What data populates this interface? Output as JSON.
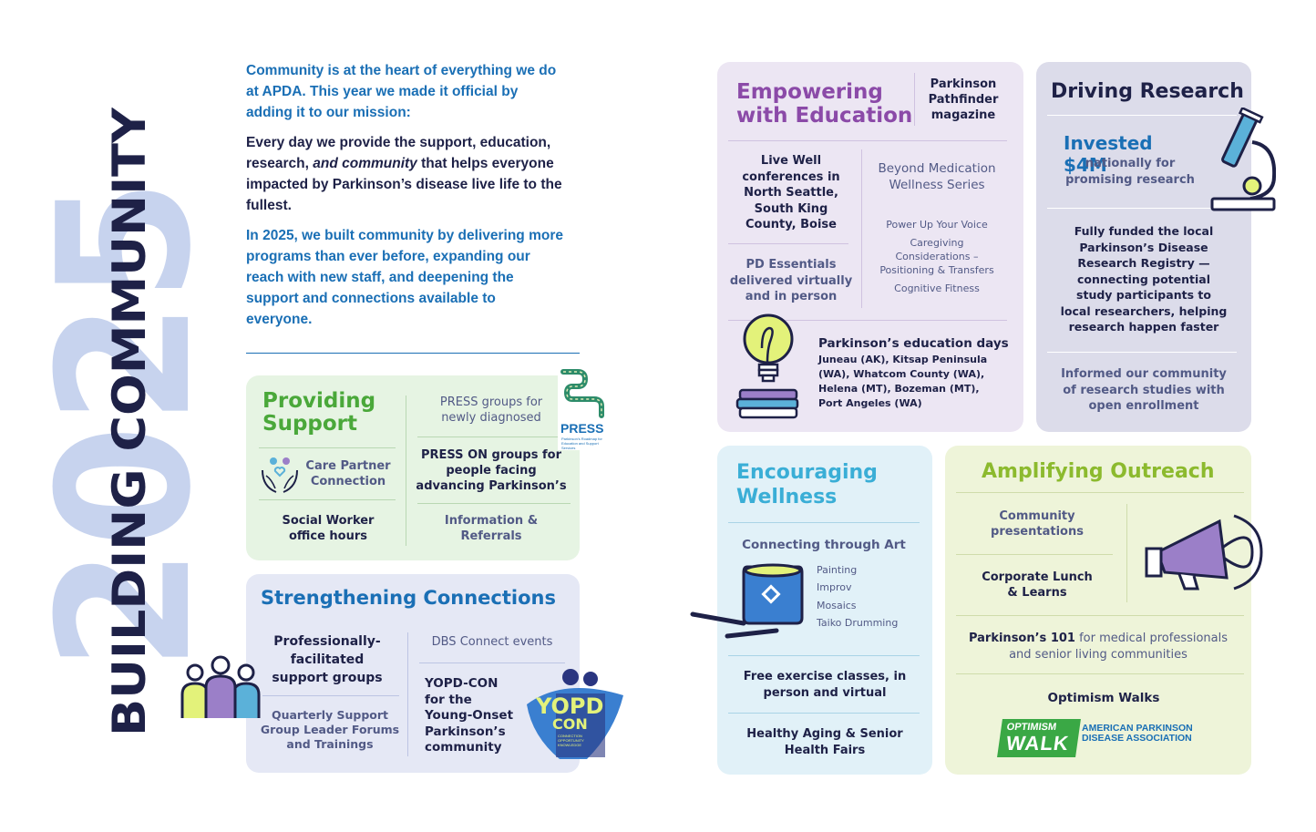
{
  "page": {
    "year": "2025",
    "vertical_title": "BUILDING COMMUNITY"
  },
  "intro": {
    "p1": "Community is at the heart of everything we do at APDA. This year we made it official by adding it to our mission:",
    "p2_a": "Every day we provide the support, education, research,",
    "p2_em": "and community",
    "p2_b": "that helps everyone impacted by Parkinson’s disease live life to the fullest.",
    "p3": "In 2025, we built community by delivering more programs than ever before, expanding our reach with new staff, and deepening the support and connections available to everyone."
  },
  "support": {
    "title": "Providing Support",
    "care_partner": "Care Partner Connection",
    "social_worker": "Social Worker office hours",
    "press_groups": "PRESS groups for newly diagnosed",
    "press_on": "PRESS ON groups for people facing advancing Parkinson’s",
    "info": "Information & Referrals",
    "press_logo_text": "PRESS",
    "press_logo_sub": "Parkinson’s Roadmap for Education and Support Services"
  },
  "connections": {
    "title": "Strengthening Connections",
    "pro_groups": "Professionally-facilitated support groups",
    "quarterly": "Quarterly Support Group Leader Forums and Trainings",
    "dbs": "DBS Connect events",
    "yopd": "YOPD-CON for the Young-Onset Parkinson’s community",
    "yopd_logo_1": "YOPD",
    "yopd_logo_2": "CON",
    "yopd_logo_sub": "CONNECTION OPPORTUNITY KNOWLEDGE"
  },
  "education": {
    "title": "Empowering with Education",
    "pathfinder": "Parkinson Pathfinder magazine",
    "live_well": "Live Well conferences in North Seattle, South King County, Boise",
    "pd_essentials": "PD Essentials delivered virtually and in person",
    "beyond": "Beyond Medication Wellness Series",
    "series_items": [
      "Power Up Your Voice",
      "Caregiving Considerations – Positioning & Transfers",
      "Cognitive Fitness"
    ],
    "edu_days_title": "Parkinson’s education days",
    "edu_days_list": "Juneau (AK), Kitsap Peninsula (WA), Whatcom County (WA), Helena (MT), Bozeman (MT), Port Angeles (WA)"
  },
  "research": {
    "title": "Driving Research",
    "invested": "Invested $4M",
    "invested_sub": "nationally for promising research",
    "registry": "Fully funded the local Parkinson’s Disease Research Registry — connecting potential study participants to local researchers, helping research happen faster",
    "informed": "Informed our community of research studies with open enrollment"
  },
  "wellness": {
    "title": "Encouraging Wellness",
    "art_title": "Connecting through Art",
    "art_items": [
      "Painting",
      "Improv",
      "Mosaics",
      "Taiko Drumming"
    ],
    "exercise": "Free exercise classes, in person and virtual",
    "fairs": "Healthy Aging & Senior Health Fairs"
  },
  "outreach": {
    "title": "Amplifying Outreach",
    "presentations": "Community presentations",
    "lunch": "Corporate Lunch & Learns",
    "p101_bold": "Parkinson’s 101",
    "p101_rest": "for medical professionals and senior living communities",
    "walks": "Optimism Walks",
    "walk_logo_1": "OPTIMISM",
    "walk_logo_2": "WALK",
    "apda_logo": "AMERICAN PARKINSON DISEASE ASSOCIATION"
  },
  "colors": {
    "navy": "#1e2147",
    "blue": "#1a6fb5",
    "green_title": "#4aa83a",
    "purple_title": "#8b4aa8",
    "teal_title": "#3aaed6",
    "lime_title": "#8cba2e",
    "year_fill": "#c7d3ee"
  }
}
